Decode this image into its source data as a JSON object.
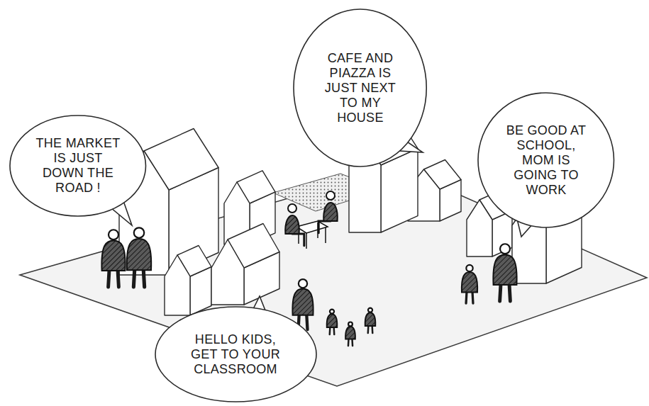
{
  "diagram": {
    "nodes": [
      {
        "text": [
          "THE MARKET IS JUST DOWN THE ROAD !"
        ]
      },
      {
        "text": [
          "CAFE AND PIAZZA IS JUST NEXT TO MY HOUSE"
        ]
      },
      {
        "text": [
          "BE GOOD AT SCHOOL, MOM IS GOING TO WORK"
        ]
      },
      {
        "text": [
          "HELLO KIDS, GET TO YOUR CLASSROOM"
        ]
      }
    ]
  }
}
